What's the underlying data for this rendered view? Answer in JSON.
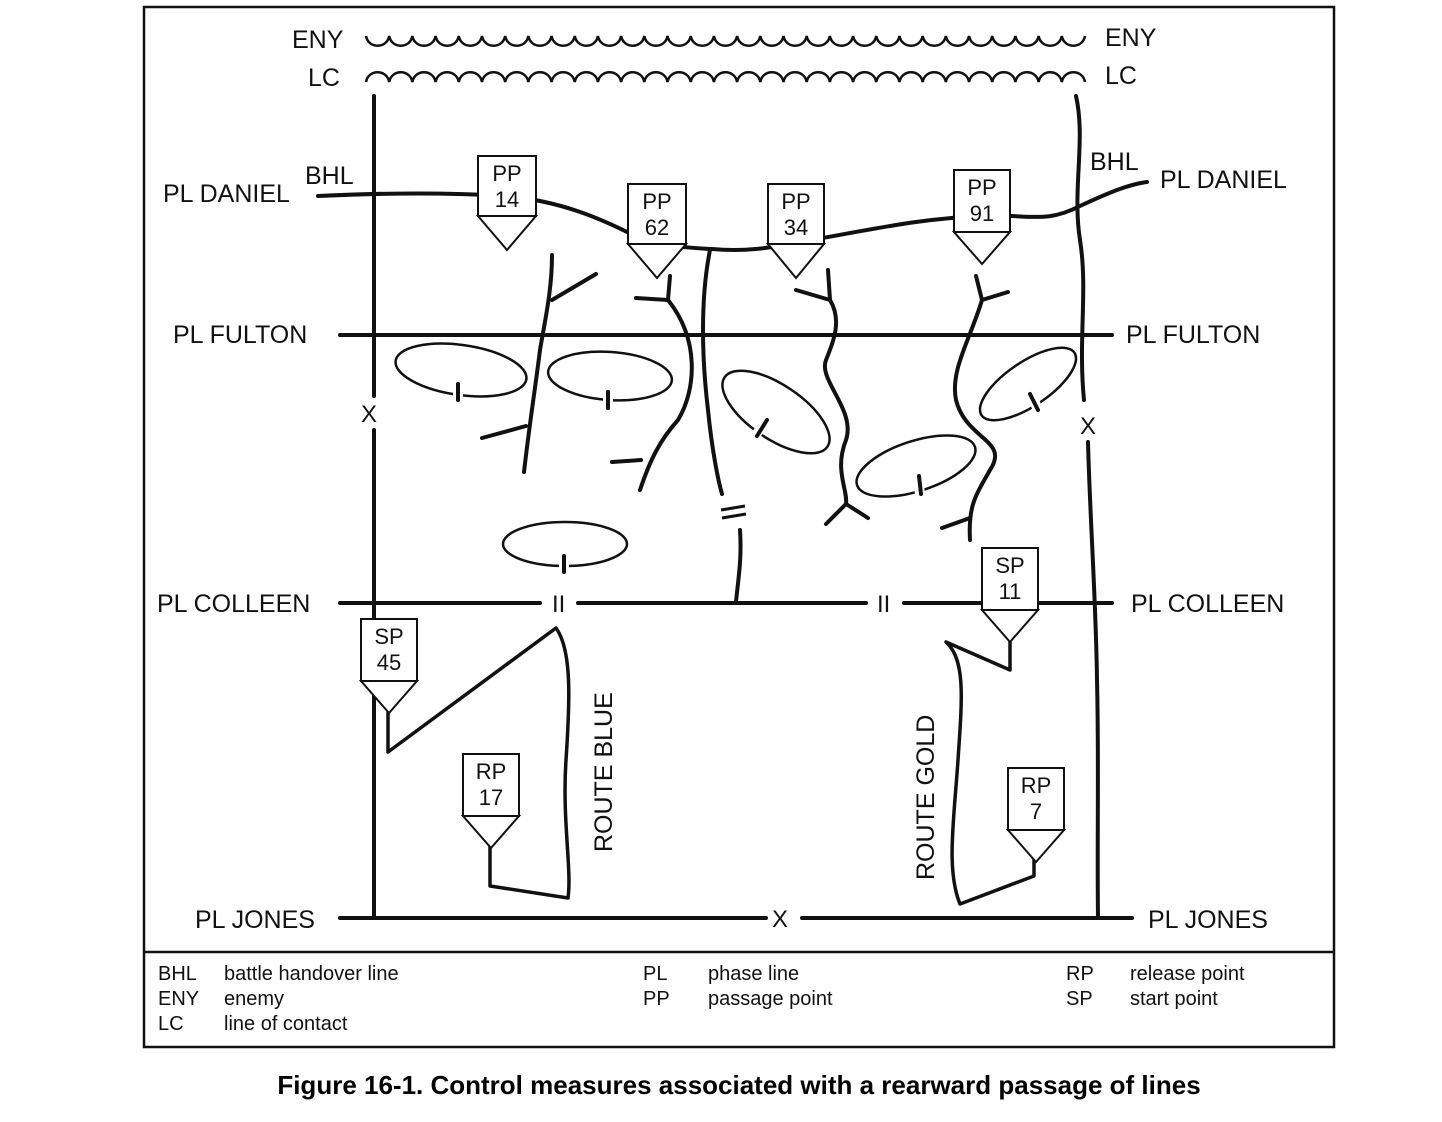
{
  "enemy": {
    "label": "ENY"
  },
  "contact": {
    "label": "LC"
  },
  "bhl": {
    "label": "BHL"
  },
  "phase_lines": {
    "daniel": "PL DANIEL",
    "fulton": "PL  FULTON",
    "colleen": "PL COLLEEN",
    "jones": "PL JONES"
  },
  "passage_points": [
    {
      "type": "PP",
      "num": "14"
    },
    {
      "type": "PP",
      "num": "62"
    },
    {
      "type": "PP",
      "num": "34"
    },
    {
      "type": "PP",
      "num": "91"
    }
  ],
  "start_points": [
    {
      "type": "SP",
      "num": "45"
    },
    {
      "type": "SP",
      "num": "11"
    }
  ],
  "release_points": [
    {
      "type": "RP",
      "num": "17"
    },
    {
      "type": "RP",
      "num": "7"
    }
  ],
  "routes": {
    "blue": "ROUTE BLUE",
    "gold": "ROUTE GOLD"
  },
  "boundary_marks": {
    "brigade": "X",
    "battalion": "II",
    "company": "I"
  },
  "legend": [
    {
      "abbr": "BHL",
      "text": "battle handover line"
    },
    {
      "abbr": "ENY",
      "text": "enemy"
    },
    {
      "abbr": "LC",
      "text": "line of contact"
    },
    {
      "abbr": "PL",
      "text": "phase line"
    },
    {
      "abbr": "PP",
      "text": "passage point"
    },
    {
      "abbr": "RP",
      "text": "release point"
    },
    {
      "abbr": "SP",
      "text": "start point"
    }
  ],
  "caption": "Figure 16-1. Control measures associated with a rearward passage of lines"
}
